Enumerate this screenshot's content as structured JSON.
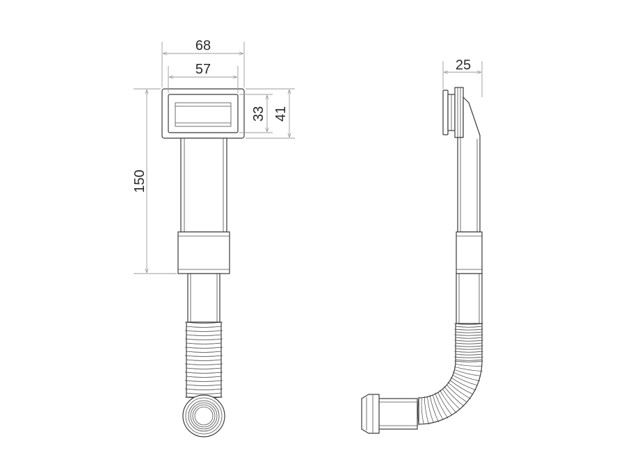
{
  "dimensions": {
    "front_outer_width": "68",
    "front_inner_width": "57",
    "front_inner_height": "33",
    "front_outer_height": "41",
    "front_total_height": "150",
    "side_width": "25"
  },
  "colors": {
    "outline": "#3a3a3a",
    "dimension_line": "#9a9a9a",
    "text": "#2a2a2a",
    "background": "#ffffff"
  }
}
